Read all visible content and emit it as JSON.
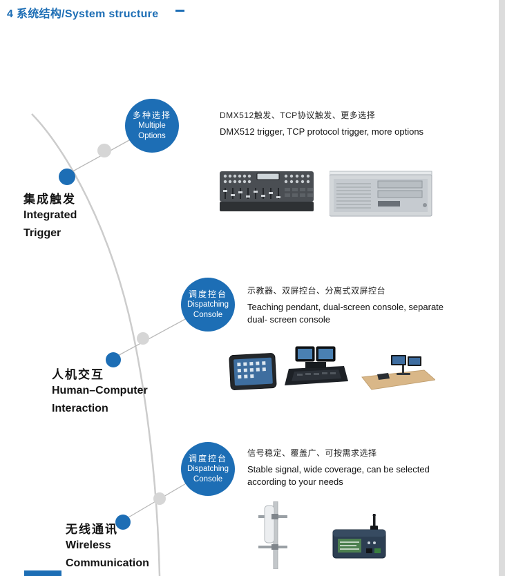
{
  "page": {
    "title": "4 系统结构/System structure"
  },
  "colors": {
    "accent_blue": "#1d6eb5",
    "curve_gray": "#cccccc"
  },
  "sections": [
    {
      "bubble_zh": "多种选择",
      "bubble_en1": "Multiple",
      "bubble_en2": "Options",
      "label_zh": "集成触发",
      "label_en1": "Integrated",
      "label_en2": "Trigger",
      "desc_zh": "DMX512触发、TCP协议触发、更多选择",
      "desc_en": "DMX512 trigger, TCP protocol trigger, more options",
      "images": [
        "dmx-console",
        "industrial-computer"
      ]
    },
    {
      "bubble_zh": "调度控台",
      "bubble_en1": "Dispatching",
      "bubble_en2": "Console",
      "label_zh": "人机交互",
      "label_en1": "Human–Computer",
      "label_en2": "Interaction",
      "desc_zh": "示教器、双屏控台、分离式双屏控台",
      "desc_en": "Teaching pendant, dual-screen console, separate dual- screen console",
      "images": [
        "teaching-pendant-tablet",
        "dual-screen-console",
        "desk-dual-monitors"
      ]
    },
    {
      "bubble_zh": "调度控台",
      "bubble_en1": "Dispatching",
      "bubble_en2": "Console",
      "label_zh": "无线通讯",
      "label_en1": "Wireless",
      "label_en2": "Communication",
      "desc_zh": "信号稳定、覆盖广、可按需求选择",
      "desc_en": "Stable signal, wide coverage, can be selected according to your needs",
      "images": [
        "antenna-pole",
        "wireless-module"
      ]
    }
  ]
}
